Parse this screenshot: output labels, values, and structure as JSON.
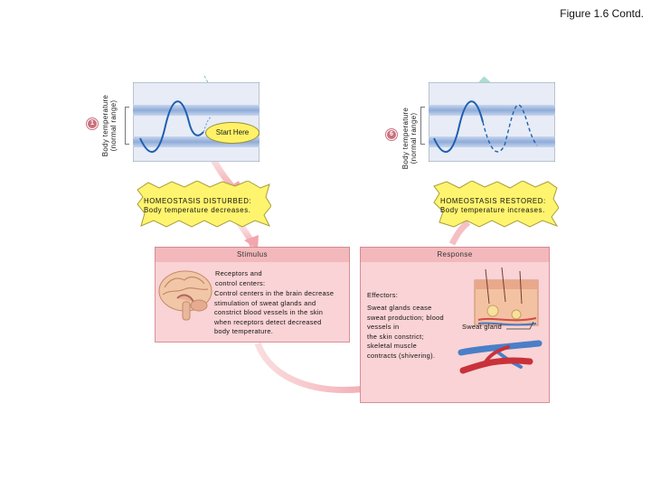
{
  "figure": {
    "title": "Figure 1.6 Contd.",
    "start_label": "Start Here"
  },
  "left_graph": {
    "step": "1",
    "axis_label_line1": "Body temperature",
    "axis_label_line2": "(normal range)"
  },
  "right_graph": {
    "step": "6",
    "axis_label_line1": "Body temperature",
    "axis_label_line2": "(normal range)"
  },
  "disturbed": {
    "line1": "HOMEOSTASIS DISTURBED:",
    "line2": "Body temperature decreases."
  },
  "restored": {
    "line1": "HOMEOSTASIS RESTORED:",
    "line2": "Body temperature increases."
  },
  "stimulus": {
    "header": "Stimulus",
    "heading_line1": "Receptors and",
    "heading_line2": "control centers:",
    "lines": [
      "Control centers in the brain decrease",
      "stimulation of sweat glands and",
      "constrict blood vessels in the skin",
      "when receptors detect decreased",
      "body temperature."
    ]
  },
  "response": {
    "header": "Response",
    "heading": "Effectors:",
    "lines": [
      "Sweat glands cease",
      "sweat production; blood",
      "vessels in",
      "the skin constrict;",
      "skeletal muscle",
      "contracts (shivering)."
    ],
    "gland_label": "Sweat gland"
  },
  "colors": {
    "band_blue": "#9eb8de",
    "wave": "#1f5fb0",
    "start_fill": "#fff267",
    "arrow_pink": "#f4b8bd",
    "arrow_teal": "#a9ddd4",
    "box_fill": "#f9d3d5",
    "box_header": "#f3b8bc"
  }
}
